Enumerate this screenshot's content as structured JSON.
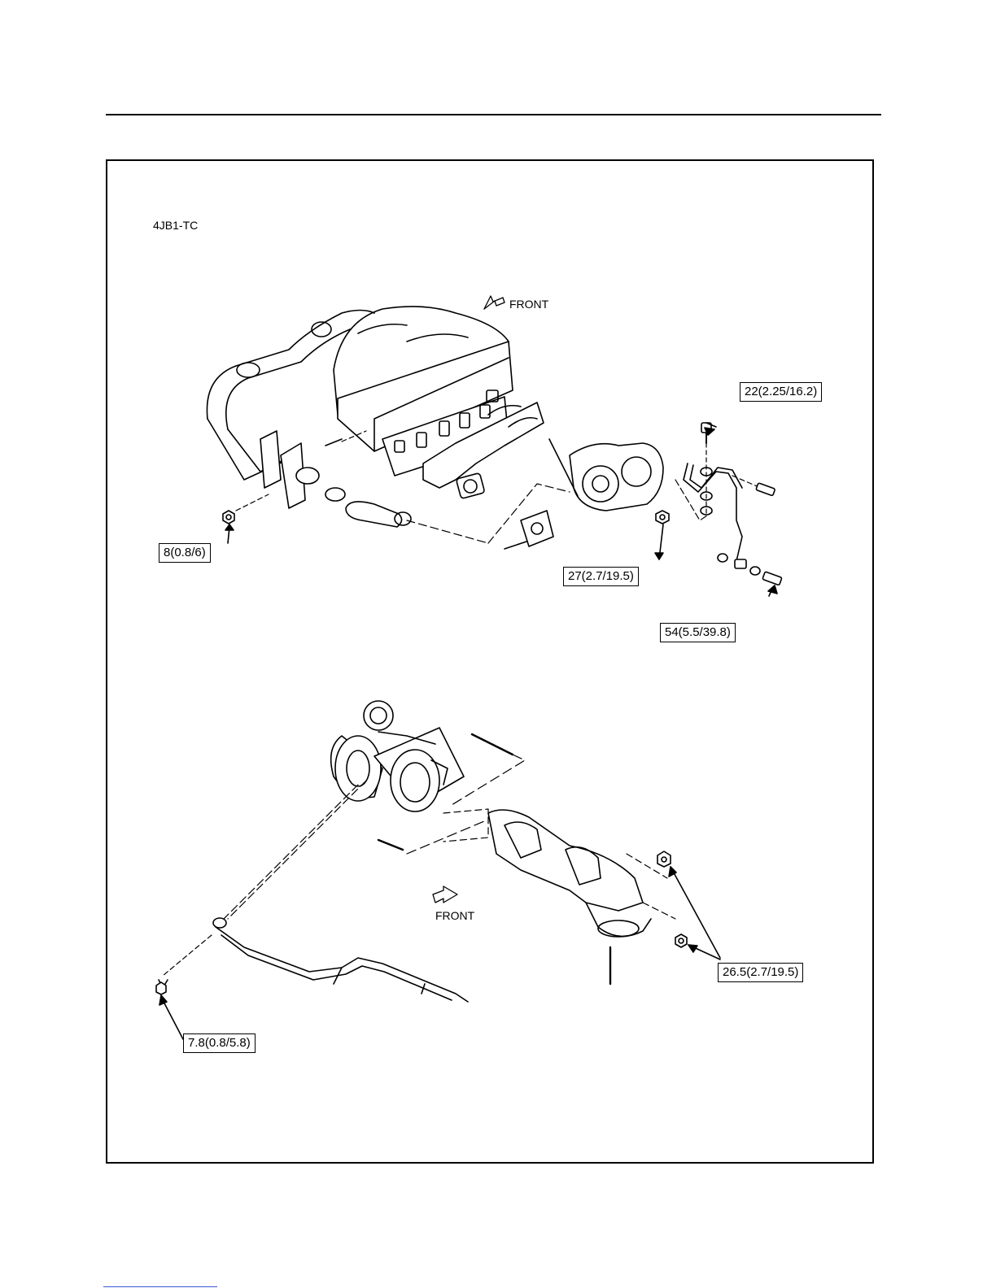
{
  "diagram": {
    "model": "4JB1-TC",
    "upper": {
      "front_label": "FRONT",
      "torques": {
        "oil_feed_bolt": "22(2.25/16.2)",
        "bracket_nut": "8(0.8/6)",
        "turbo_nut": "27(2.7/19.5)",
        "eyebolt": "54(5.5/39.8)"
      }
    },
    "lower": {
      "front_label": "FRONT",
      "torques": {
        "manifold_nut": "26.5(2.7/19.5)",
        "pipe_bolt": "7.8(0.8/5.8)"
      }
    }
  }
}
